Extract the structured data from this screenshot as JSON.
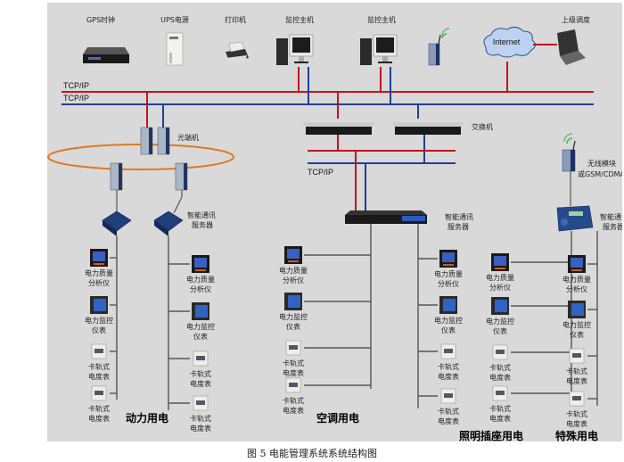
{
  "diagram": {
    "network_labels": {
      "tcp_ip_top_red": "TCP/IP",
      "tcp_ip_top_blue": "TCP/IP",
      "tcp_ip_middle": "TCP/IP"
    },
    "top_devices": [
      {
        "id": "gps",
        "label": "GPS时钟",
        "icon": "rack-device-icon"
      },
      {
        "id": "ups",
        "label": "UPS电源",
        "icon": "ups-icon"
      },
      {
        "id": "printer",
        "label": "打印机",
        "icon": "printer-icon"
      },
      {
        "id": "monitor1",
        "label": "监控主机",
        "icon": "computer-icon"
      },
      {
        "id": "monitor2",
        "label": "监控主机",
        "icon": "computer-icon"
      },
      {
        "id": "wireless",
        "label": "",
        "icon": "wireless-gateway-icon"
      },
      {
        "id": "internet",
        "label": "Internet",
        "icon": "cloud-icon"
      },
      {
        "id": "upper",
        "label": "上级调度",
        "icon": "laptop-icon"
      }
    ],
    "optical": {
      "label": "光端机"
    },
    "switch": {
      "label": "交换机"
    },
    "wireless_module": {
      "line1": "无线模块",
      "line2": "或GSM/CDMA"
    },
    "comm_server": {
      "line1": "智能通讯",
      "line2": "服务器"
    },
    "meters": {
      "pq_analyzer": {
        "line1": "电力质量",
        "line2": "分析仪"
      },
      "power_monitor": {
        "line1": "电力监控",
        "line2": "仪表"
      },
      "rail_meter": {
        "line1": "卡轨式",
        "line2": "电度表"
      }
    },
    "groups": [
      {
        "id": "power",
        "label": "动力用电"
      },
      {
        "id": "ac",
        "label": "空调用电"
      },
      {
        "id": "lighting",
        "label": "照明插座用电"
      },
      {
        "id": "special",
        "label": "特殊用电"
      }
    ],
    "colors": {
      "red_line": "#c0161c",
      "blue_line": "#1f3f9a",
      "fiber_ring": "#e07a1f",
      "bus_gray": "#555555",
      "background": "#d9d9d9"
    }
  },
  "caption": "图 5   电能管理系统系统结构图"
}
